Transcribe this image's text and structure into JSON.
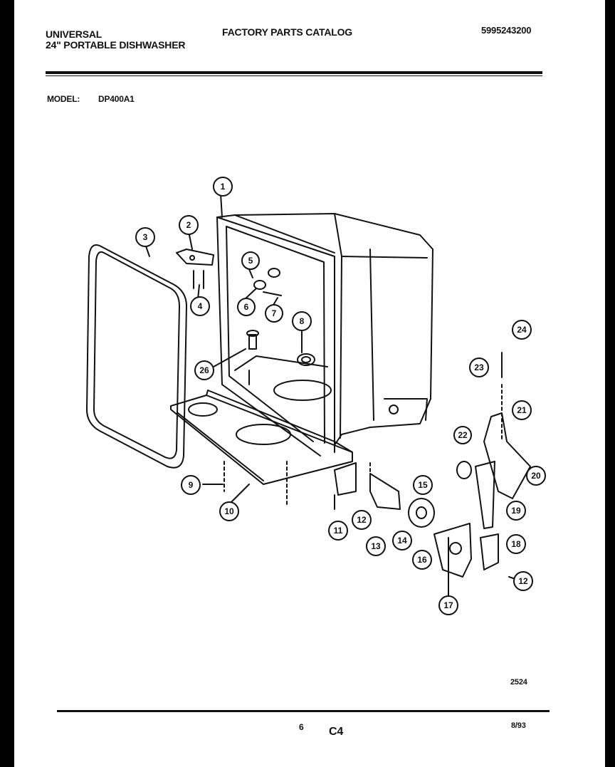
{
  "header": {
    "brand": "UNIVERSAL",
    "product": "24\" PORTABLE DISHWASHER",
    "catalog_title": "FACTORY PARTS CATALOG",
    "catalog_number": "5995243200"
  },
  "model": {
    "label": "MODEL:",
    "value": "DP400A1"
  },
  "callouts": [
    "1",
    "2",
    "3",
    "4",
    "5",
    "6",
    "7",
    "8",
    "9",
    "10",
    "11",
    "12",
    "13",
    "14",
    "15",
    "16",
    "17",
    "18",
    "19",
    "20",
    "21",
    "22",
    "23",
    "24",
    "26",
    "12"
  ],
  "footer": {
    "drawing_number": "2524",
    "page_number": "6",
    "page_code": "C4",
    "date": "8/93"
  }
}
